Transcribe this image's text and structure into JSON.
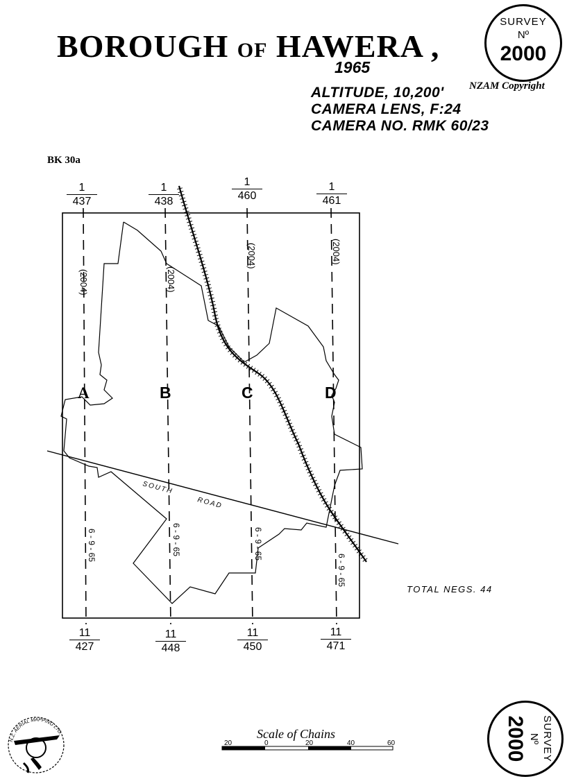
{
  "map": {
    "title_main_1": "Borough",
    "title_of": "of",
    "title_main_2": "Hawera ,",
    "year": "1965",
    "altitude": "ALTITUDE, 10,200'",
    "lens": "CAMERA LENS, F:24",
    "camera": "CAMERA NO. RMK 60/23",
    "copyright": "NZAM Copyright",
    "book_ref": "BK 30a"
  },
  "survey_stamp": {
    "word": "SURVEY",
    "no": "Nº",
    "number": "2000"
  },
  "runs": [
    {
      "letter": "A",
      "top_num": "1",
      "top_den": "437",
      "bottom_num": "11",
      "bottom_den": "427",
      "ref": "(2004)",
      "date": "6 - 9 - 65"
    },
    {
      "letter": "B",
      "top_num": "1",
      "top_den": "438",
      "bottom_num": "11",
      "bottom_den": "448",
      "ref": "(2004)",
      "date": "6 - 9 - 65"
    },
    {
      "letter": "C",
      "top_num": "1",
      "top_den": "460",
      "bottom_num": "11",
      "bottom_den": "450",
      "ref": "(2004)",
      "date": "6 - 9 - 65"
    },
    {
      "letter": "D",
      "top_num": "1",
      "top_den": "461",
      "bottom_num": "11",
      "bottom_den": "471",
      "ref": "(2004)",
      "date": "6 - 9 - 65"
    }
  ],
  "road": {
    "label_1": "SOUTH",
    "label_2": "ROAD"
  },
  "total_negs": "TOTAL NEGS. 44",
  "scale": {
    "title": "Scale of Chains",
    "ticks": [
      "20",
      "0",
      "20",
      "40",
      "60"
    ]
  },
  "logo": {
    "text": "N.Z. AERIAL MAPPING LTD."
  },
  "colors": {
    "ink": "#000000",
    "paper": "#ffffff"
  }
}
